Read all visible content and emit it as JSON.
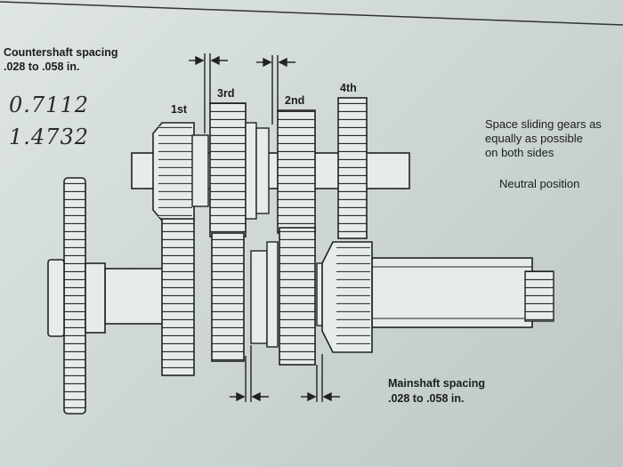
{
  "countershaft": {
    "line1": "Countershaft spacing",
    "line2": ".028 to .058 in."
  },
  "handwritten": {
    "line1": "0.7112",
    "line2": "1.4732"
  },
  "gears": {
    "first": "1st",
    "third": "3rd",
    "second": "2nd",
    "fourth": "4th"
  },
  "note": {
    "line1": "Space sliding gears as",
    "line2": "equally as possible",
    "line3": "on both sides"
  },
  "neutral": "Neutral position",
  "mainshaft": {
    "line1": "Mainshaft spacing",
    "line2": ".028 to .058 in."
  }
}
